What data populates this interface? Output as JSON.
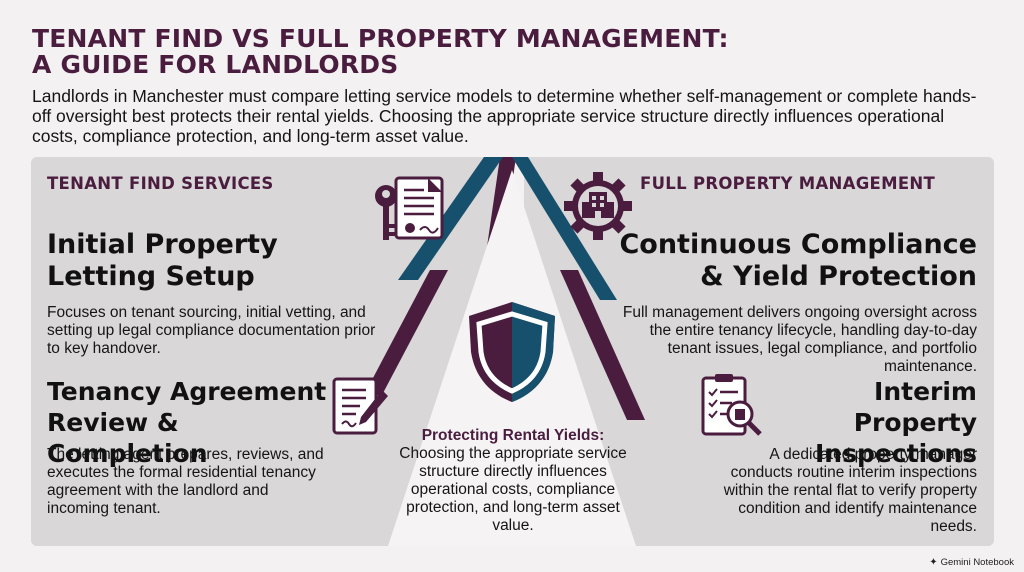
{
  "header": {
    "title_line1": "TENANT FIND VS FULL PROPERTY MANAGEMENT:",
    "title_line2": "A GUIDE FOR LANDLORDS",
    "intro": "Landlords in Manchester must compare letting service models to determine whether self-management or complete hands-off oversight best protects their rental yields. Choosing the appropriate service structure directly influences operational costs, compliance protection, and long-term asset value."
  },
  "left": {
    "heading": "TENANT FIND SERVICES",
    "block1": {
      "title": "Initial Property Letting Setup",
      "text": "Focuses on tenant sourcing, initial vetting, and setting up legal compliance documentation prior to key handover."
    },
    "block2": {
      "title": "Tenancy Agreement Review & Completion",
      "text": "The letting agent prepares, reviews, and executes the formal residential tenancy agreement with the landlord and incoming tenant."
    }
  },
  "right": {
    "heading": "FULL PROPERTY MANAGEMENT",
    "block1": {
      "title": "Continuous Compliance & Yield Protection",
      "text": "Full management delivers ongoing oversight across the entire tenancy lifecycle, handling day-to-day tenant issues, legal compliance, and portfolio maintenance."
    },
    "block2": {
      "title": "Interim Property Inspections",
      "text": "A dedicated property manager conducts routine interim inspections within the rental flat to verify property condition and identify maintenance needs."
    }
  },
  "center": {
    "label": "Protecting Rental Yields:",
    "text": "Choosing the appropriate service structure directly influences operational costs, compliance protection, and long-term asset value."
  },
  "footer": {
    "text": "Gemini Notebook"
  },
  "colors": {
    "plum": "#4a1d3f",
    "teal": "#16506c",
    "panel": "#d9d7d8",
    "background": "#f3f1f2"
  },
  "icons": [
    "key-document-icon",
    "building-gear-icon",
    "shield-icon",
    "contract-pen-icon",
    "inspection-clipboard-icon",
    "sparkle-icon"
  ]
}
